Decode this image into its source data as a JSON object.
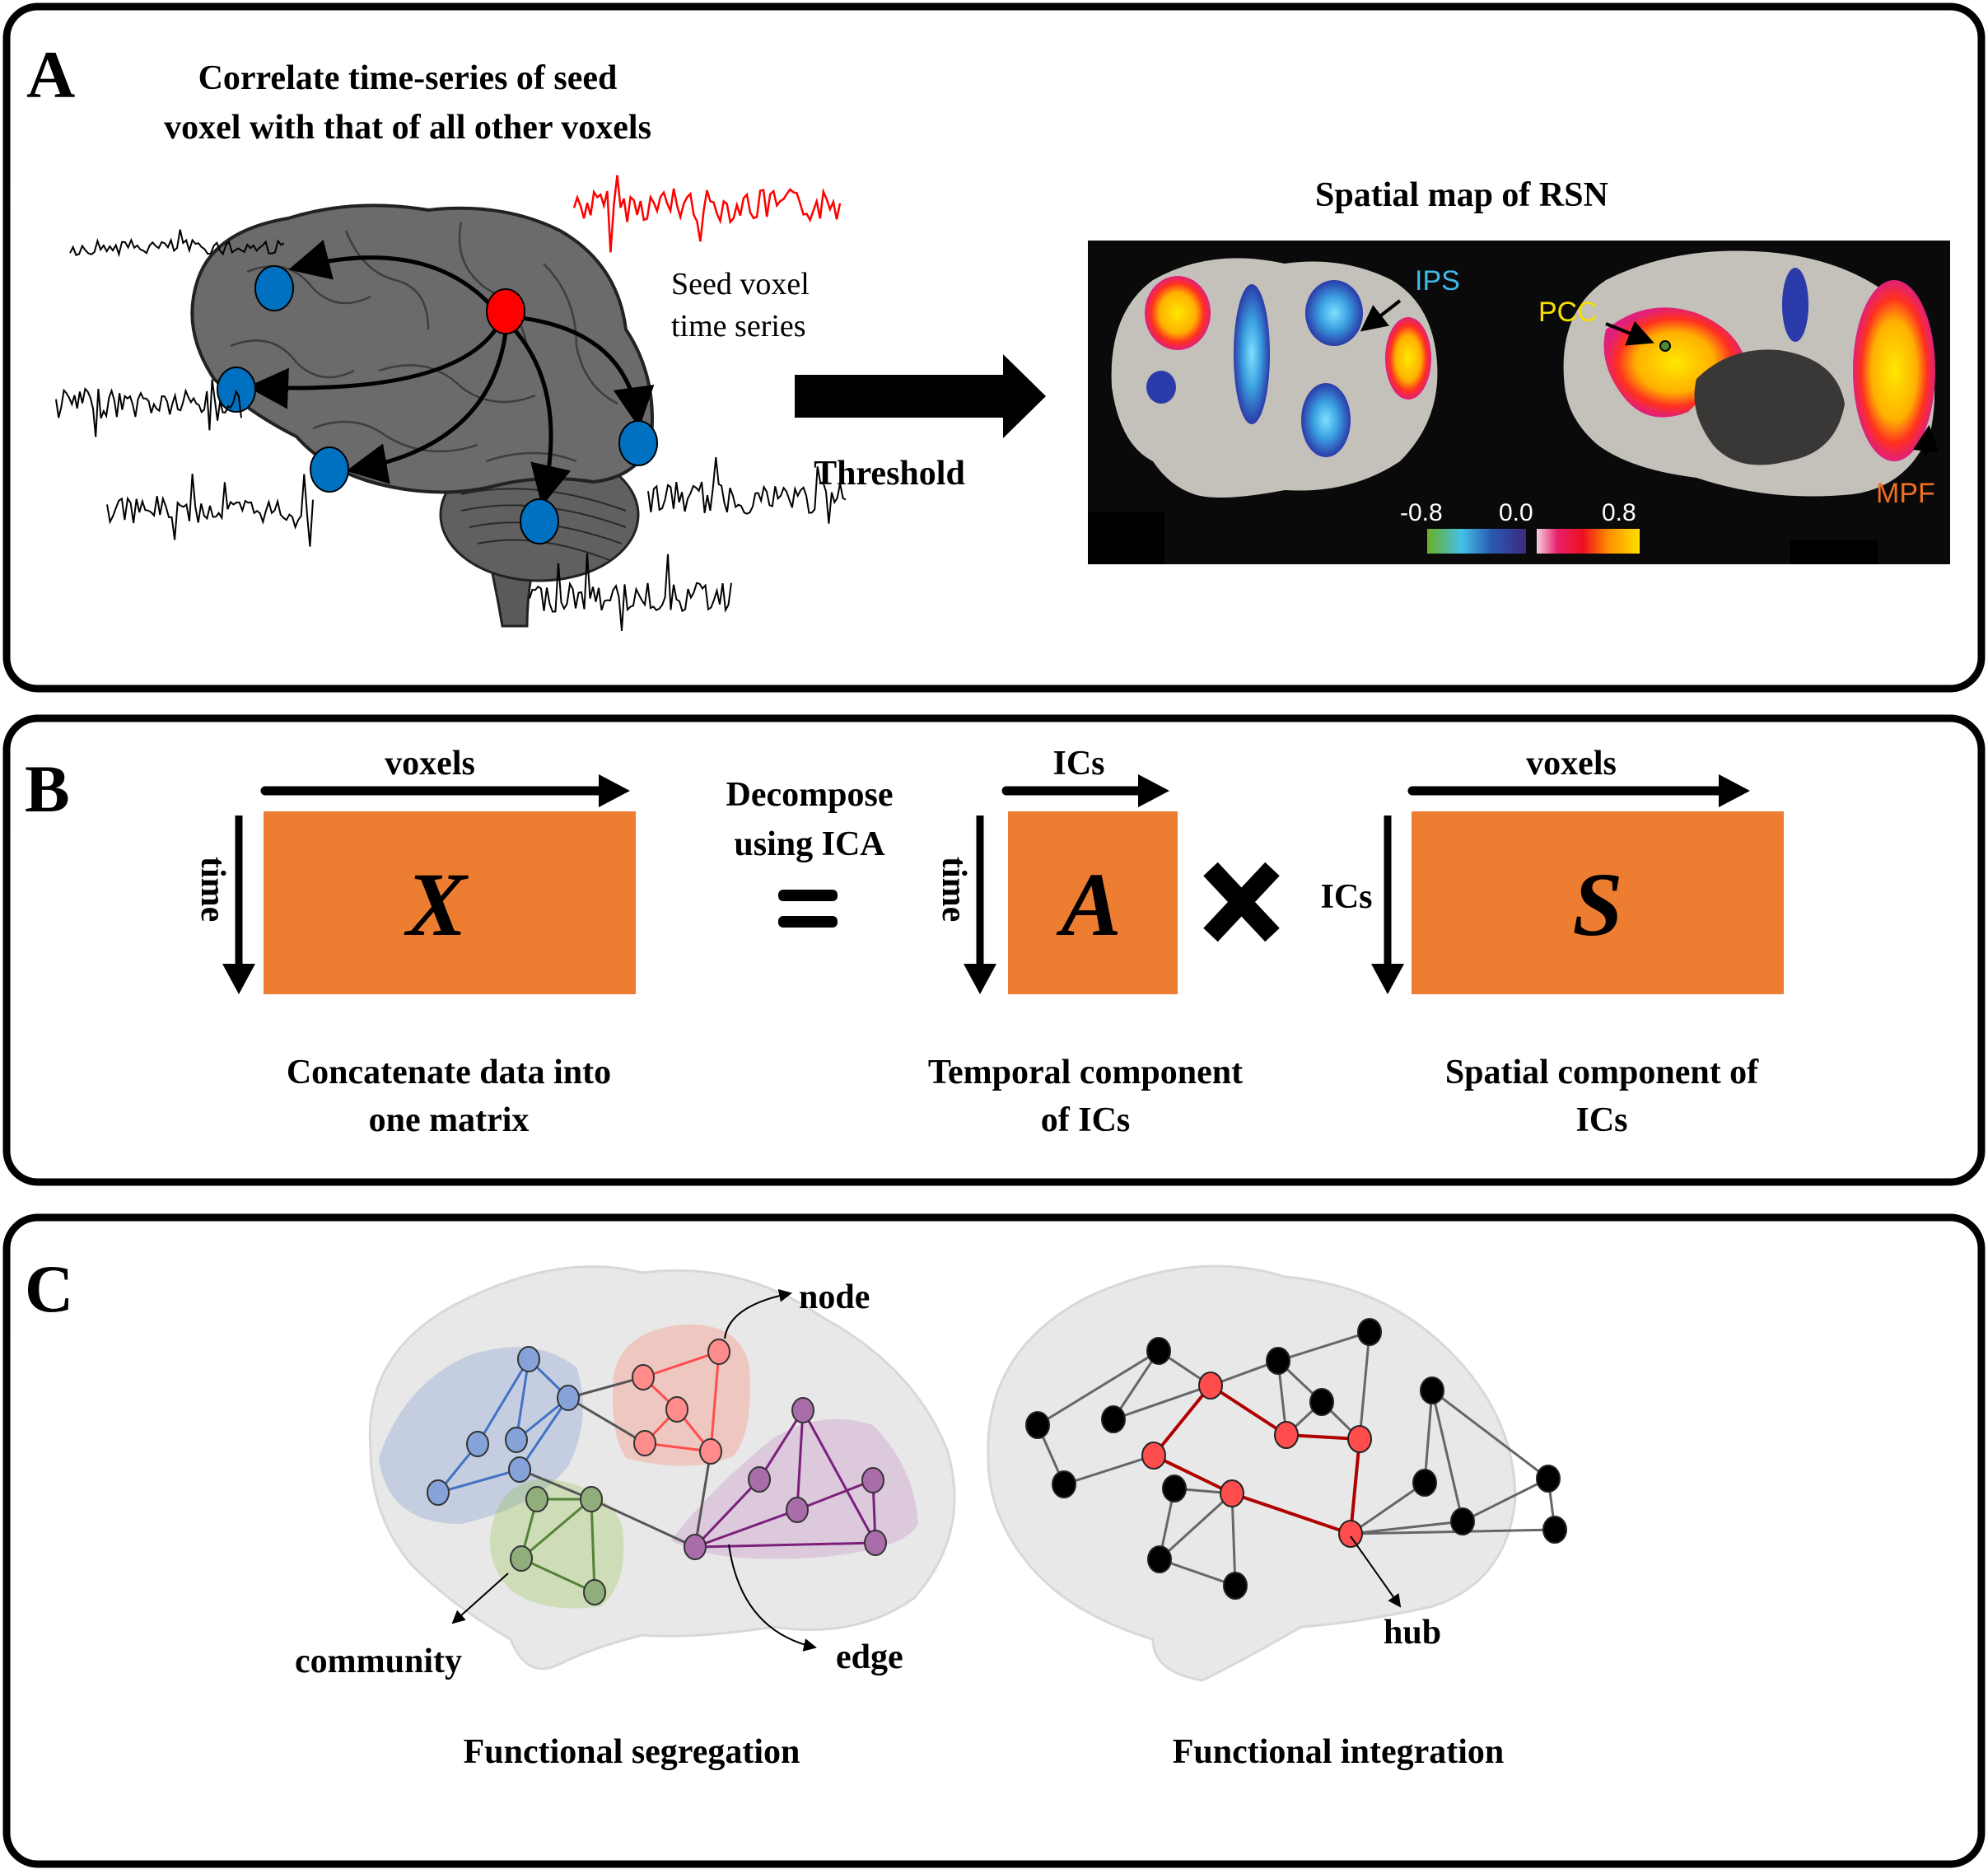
{
  "panels": {
    "a": {
      "letter": "A",
      "title_line1": "Correlate time-series of seed",
      "title_line2": "voxel with that of all other voxels",
      "seed_label_line1": "Seed voxel",
      "seed_label_line2": "time series",
      "arrow_label": "Threshold",
      "map_title": "Spatial map of RSN",
      "regions": {
        "ips": "IPS",
        "pcc": "PCC",
        "mpf": "MPF"
      },
      "colorbar": {
        "min": "-0.8",
        "mid": "0.0",
        "max": "0.8"
      },
      "colors": {
        "seed": "#ff0000",
        "voxel": "#0070c0",
        "brain": "#6b6b6b",
        "ips": "#3fb8e8",
        "pcc": "#f5e000",
        "mpf": "#f07020"
      }
    },
    "b": {
      "letter": "B",
      "matrix_x": {
        "symbol": "X",
        "top_axis": "voxels",
        "side_axis": "time",
        "caption_line1": "Concatenate data into",
        "caption_line2": "one matrix"
      },
      "operation_line1": "Decompose",
      "operation_line2": "using ICA",
      "equals": "=",
      "matrix_a": {
        "symbol": "A",
        "top_axis": "ICs",
        "side_axis": "time",
        "caption_line1": "Temporal component",
        "caption_line2": "of ICs"
      },
      "times": "×",
      "matrix_s": {
        "symbol": "S",
        "top_axis": "voxels",
        "side_axis": "ICs",
        "caption_line1": "Spatial component of",
        "caption_line2": "ICs"
      },
      "colors": {
        "matrix": "#ed7d31"
      }
    },
    "c": {
      "letter": "C",
      "segregation": {
        "caption": "Functional segregation",
        "node_label": "node",
        "edge_label": "edge",
        "community_label": "community",
        "communities": [
          {
            "name": "blue",
            "color": "#4472c4"
          },
          {
            "name": "red",
            "color": "#ff4d4d"
          },
          {
            "name": "green",
            "color": "#548235"
          },
          {
            "name": "purple",
            "color": "#7b1f7b"
          }
        ]
      },
      "integration": {
        "caption": "Functional integration",
        "hub_label": "hub",
        "colors": {
          "hub": "#ff4d4d",
          "hub_edge": "#b00000",
          "node": "#000000"
        }
      }
    }
  }
}
